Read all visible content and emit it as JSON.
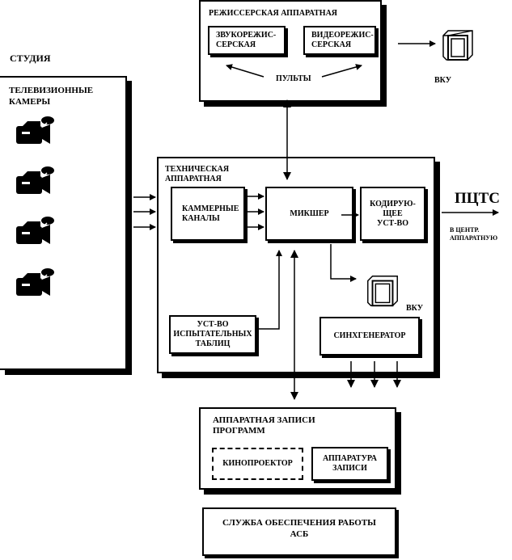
{
  "control_room": {
    "title": "РЕЖИССЕРСКАЯ АППАРАТНАЯ",
    "sound_director": "ЗВУКОРЕЖИС-\nСЕРСКАЯ",
    "video_director": "ВИДЕОРЕЖИС-\nСЕРСКАЯ",
    "consoles": "ПУЛЬТЫ"
  },
  "monitor_top": {
    "label": "ВКУ",
    "icon": "monitor-icon"
  },
  "studio": {
    "title": "СТУДИЯ",
    "cameras_title": "ТЕЛЕВИЗИОННЫЕ\nКАМЕРЫ",
    "camera_icon": "video-camera-icon",
    "camera_count": 4
  },
  "tech_room": {
    "title": "ТЕХНИЧЕСКАЯ\nАППАРАТНАЯ",
    "camera_channels": "КАММЕРНЫЕ\nКАНАЛЫ",
    "mixer": "МИКШЕР",
    "encoder": "КОДИРУЮ-\nЩЕЕ\nУСТ-ВО",
    "test_pattern": "УСТ-ВО\nИСПЫТАТЕЛЬНЫХ\nТАБЛИЦ",
    "sync_generator": "СИНХГЕНЕРАТОР",
    "monitor_label": "ВКУ"
  },
  "output": {
    "signal": "ПЦТС",
    "destination": "В ЦЕНТР.\nАППАРАТНУЮ"
  },
  "recording_room": {
    "title": "АППАРАТНАЯ ЗАПИСИ\nПРОГРАММ",
    "film_projector": "КИНОПРОЕКТОР",
    "recording_equipment": "АППАРАТУРА\nЗАПИСИ"
  },
  "support_service": {
    "title": "СЛУЖБА ОБЕСПЕЧЕНИЯ РАБОТЫ\nАСБ"
  }
}
